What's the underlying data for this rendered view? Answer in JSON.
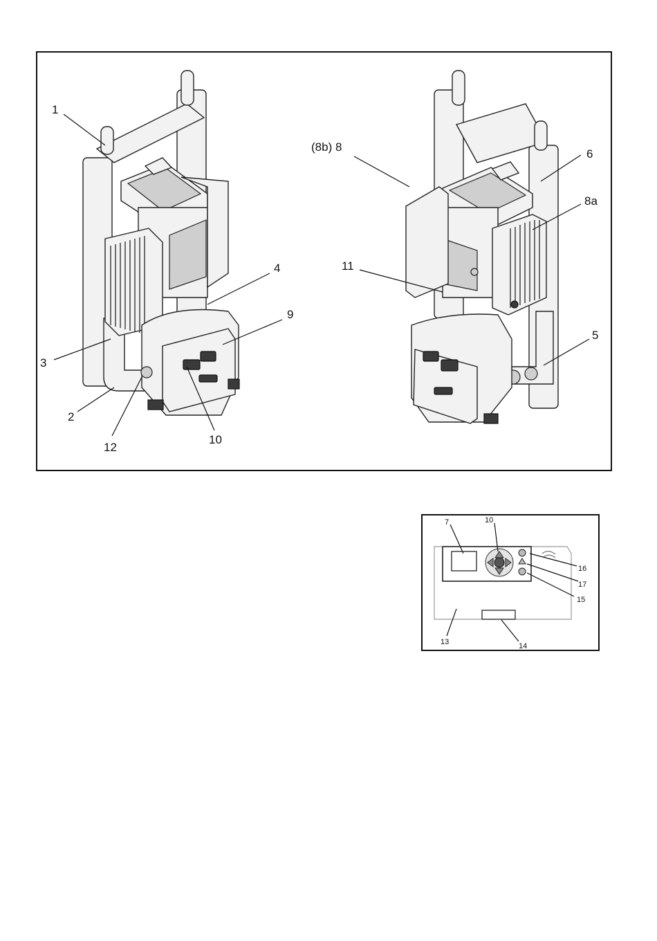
{
  "left_view": {
    "callouts": [
      "1",
      "3",
      "2",
      "12",
      "10",
      "9",
      "4"
    ]
  },
  "right_view": {
    "callouts": [
      "(8b) 8",
      "6",
      "8a",
      "11",
      "5"
    ]
  },
  "control_panel": {
    "callouts": [
      "7",
      "10",
      "16",
      "17",
      "15",
      "13",
      "14"
    ]
  }
}
